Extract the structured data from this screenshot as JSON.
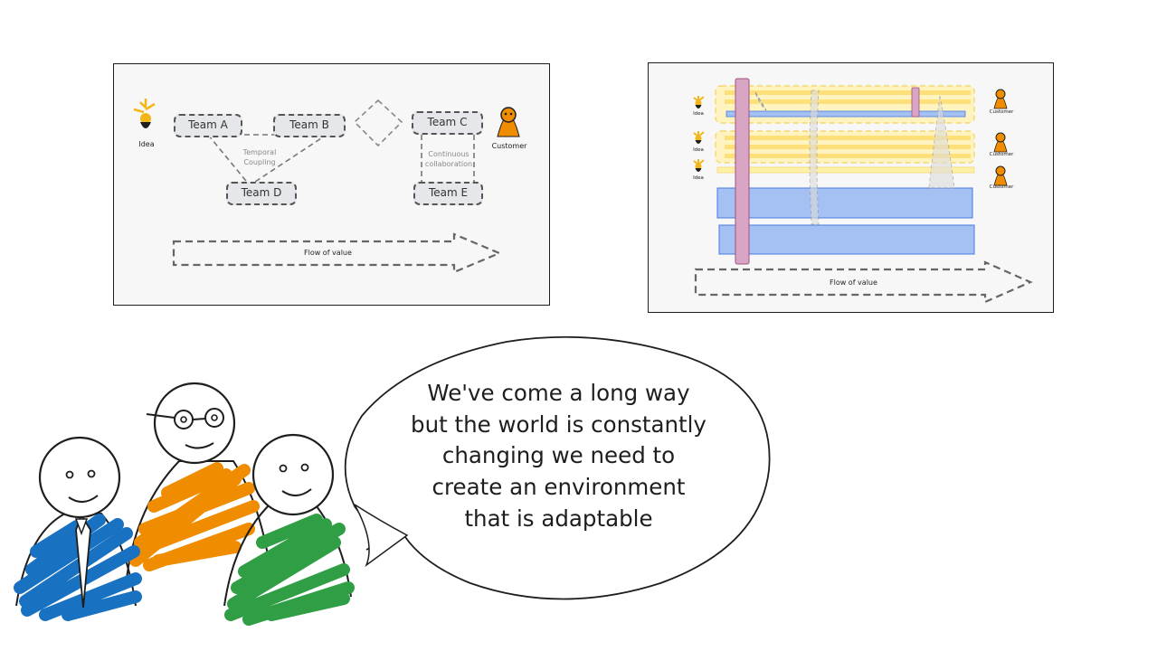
{
  "left_diagram": {
    "idea_label": "Idea",
    "customer_label": "Customer",
    "teams": [
      "Team A",
      "Team B",
      "Team C",
      "Team D",
      "Team E"
    ],
    "temporal_coupling_label": "Temporal\nCoupling",
    "continuous_collaboration_label": "Continuous\ncollaboration",
    "flow_label": "Flow of value"
  },
  "right_diagram": {
    "idea_labels": [
      "Idea",
      "Idea",
      "Idea"
    ],
    "customer_labels": [
      "Customer",
      "Customer",
      "Customer"
    ],
    "flow_label": "Flow of value"
  },
  "speech": {
    "text": "We've come a long way but the world is constantly changing we need to create an environment that is adaptable"
  },
  "colors": {
    "idea_yellow": "#f2b716",
    "customer_orange": "#f08c00",
    "team_box_fill": "#e5e7ea",
    "stream_yellow": "#fff0a8",
    "platform_blue": "#a5c0f2",
    "enabling_pink": "#d8a6c4",
    "shirt_blue": "#1971c2",
    "shirt_orange": "#f08c00",
    "shirt_green": "#2f9e44"
  }
}
